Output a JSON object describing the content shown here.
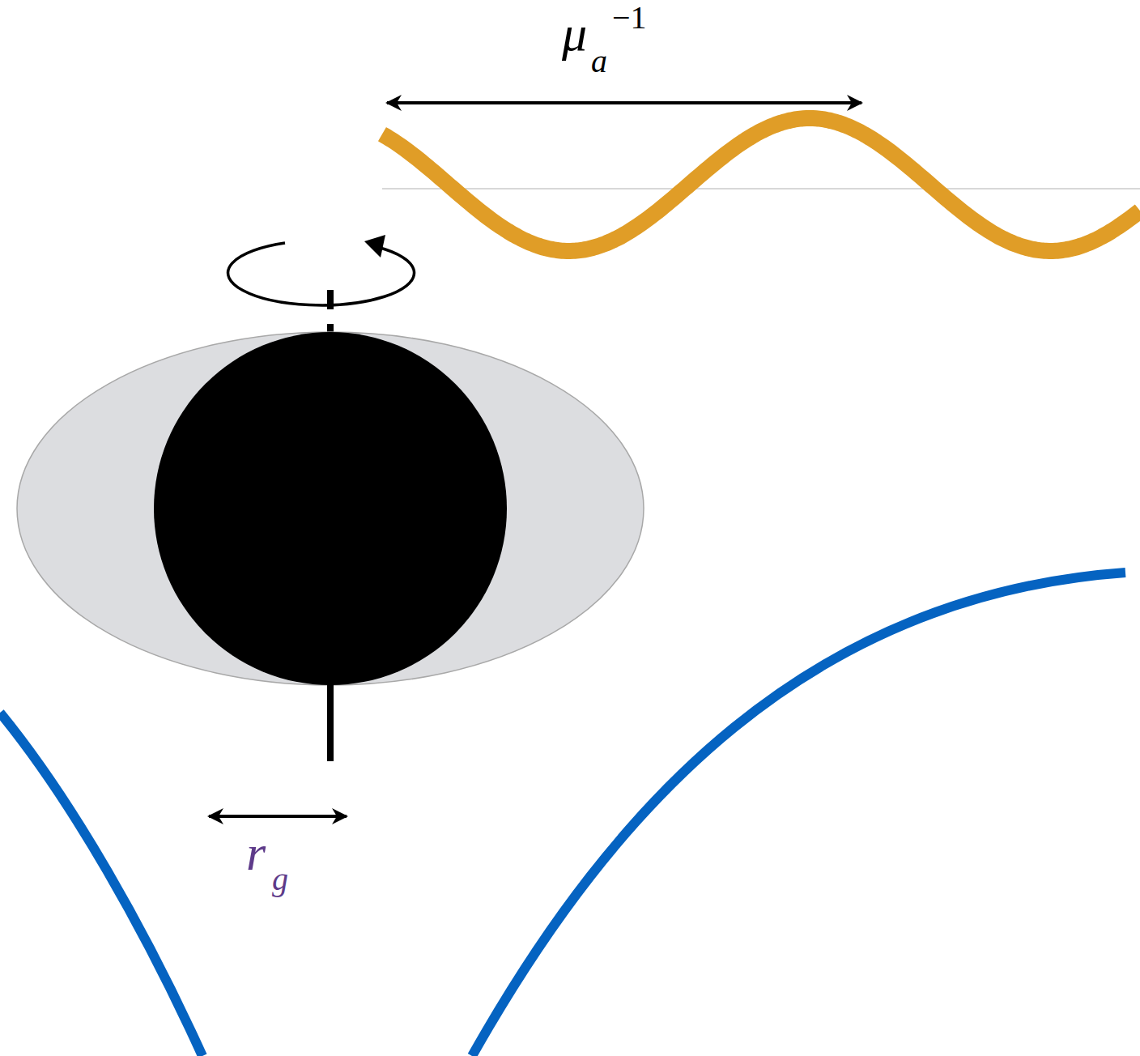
{
  "diagram": {
    "labels": [
      "μ",
      "a",
      "−1",
      "r",
      "g"
    ]
  }
}
